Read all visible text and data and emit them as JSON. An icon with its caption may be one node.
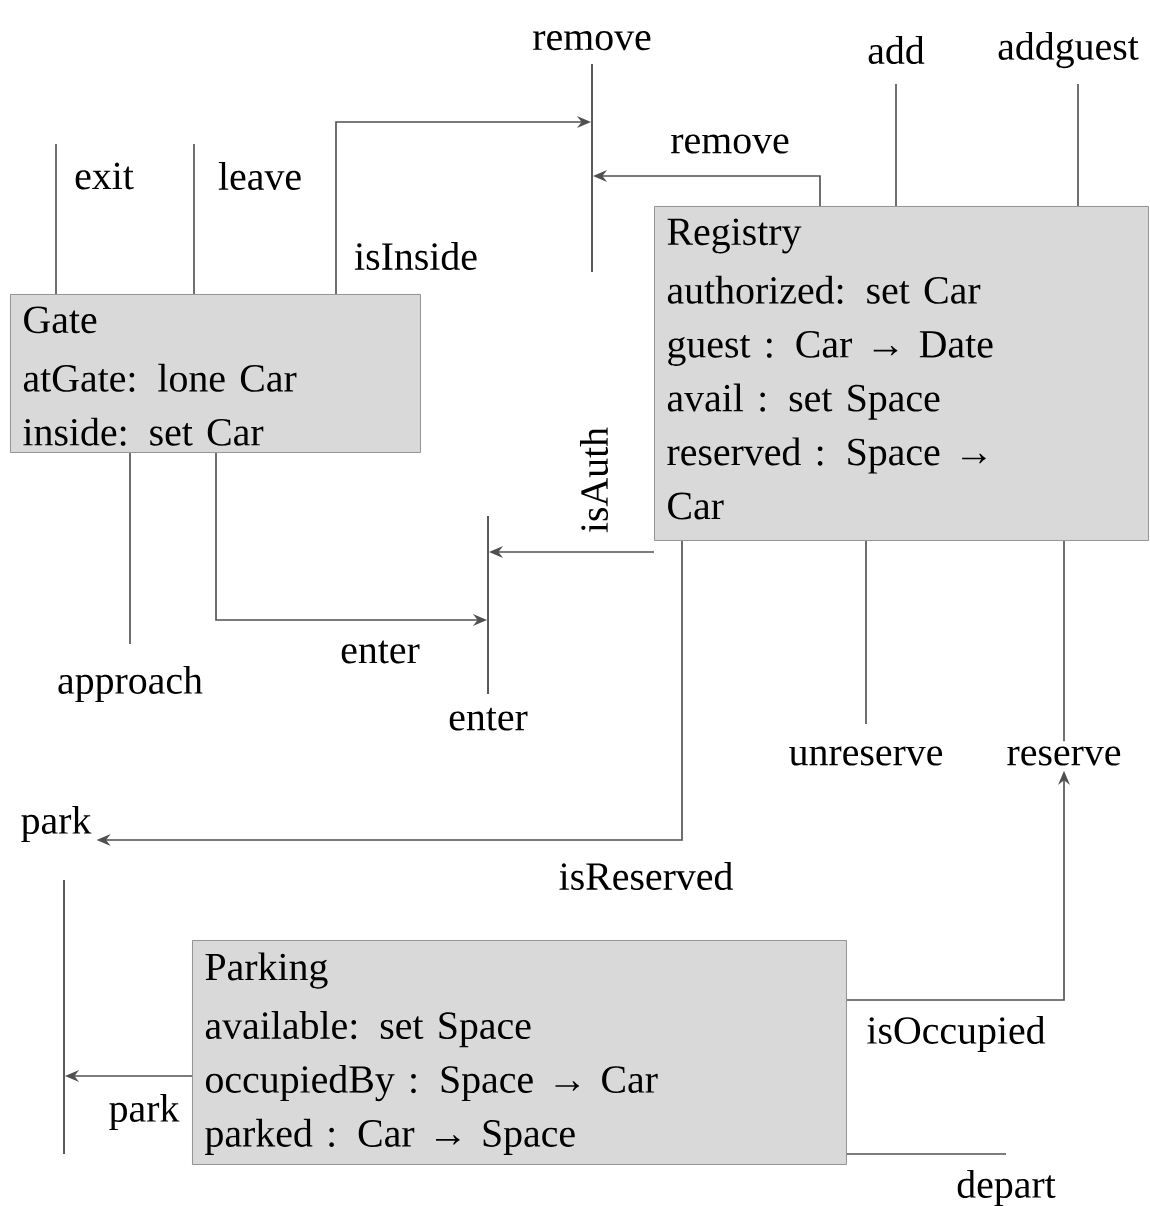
{
  "diagram": {
    "nodes": [
      {
        "text": [
          "Gate",
          "atGate: lone Car",
          "inside: set Car"
        ]
      },
      {
        "text": [
          "Registry",
          "authorized: set Car",
          "guest : Car → Date",
          "avail : set Space",
          "reserved : Space → Car"
        ]
      },
      {
        "text": [
          "Parking",
          "available: set Space",
          "occupiedBy : Space → Car",
          "parked : Car → Space"
        ]
      },
      {
        "text": [],
        "shape": "bar",
        "beside": [
          "remove"
        ]
      },
      {
        "text": [],
        "shape": "bar",
        "beside": [
          "enter"
        ]
      },
      {
        "text": [
          "park"
        ]
      },
      {
        "text": [],
        "shape": "bar"
      },
      {
        "text": [
          "reserve"
        ]
      }
    ],
    "edges": [
      {
        "from": 0,
        "to": null,
        "arrow": "none",
        "label": "exit"
      },
      {
        "from": 0,
        "to": null,
        "arrow": "none",
        "label": "leave"
      },
      {
        "from": 0,
        "to": 3,
        "arrow": "to",
        "label": "isInside"
      },
      {
        "from": 1,
        "to": 3,
        "arrow": "to",
        "label": "remove"
      },
      {
        "from": 1,
        "to": null,
        "arrow": "none",
        "label": "add"
      },
      {
        "from": 1,
        "to": null,
        "arrow": "none",
        "label": "addguest"
      },
      {
        "from": 0,
        "to": null,
        "arrow": "none",
        "label": "approach"
      },
      {
        "from": 0,
        "to": 4,
        "arrow": "to",
        "label": "enter"
      },
      {
        "from": 1,
        "to": 4,
        "arrow": "to",
        "label": "isAuth"
      },
      {
        "from": 1,
        "to": null,
        "arrow": "none",
        "label": "unreserve"
      },
      {
        "from": 1,
        "to": 7,
        "arrow": "none"
      },
      {
        "from": 1,
        "to": 5,
        "arrow": "to",
        "label": "isReserved"
      },
      {
        "from": 2,
        "to": 7,
        "arrow": "to",
        "label": "isOccupied"
      },
      {
        "from": 2,
        "to": 6,
        "arrow": "to",
        "label": "park"
      },
      {
        "from": 2,
        "to": null,
        "arrow": "none",
        "label": "depart"
      }
    ]
  }
}
